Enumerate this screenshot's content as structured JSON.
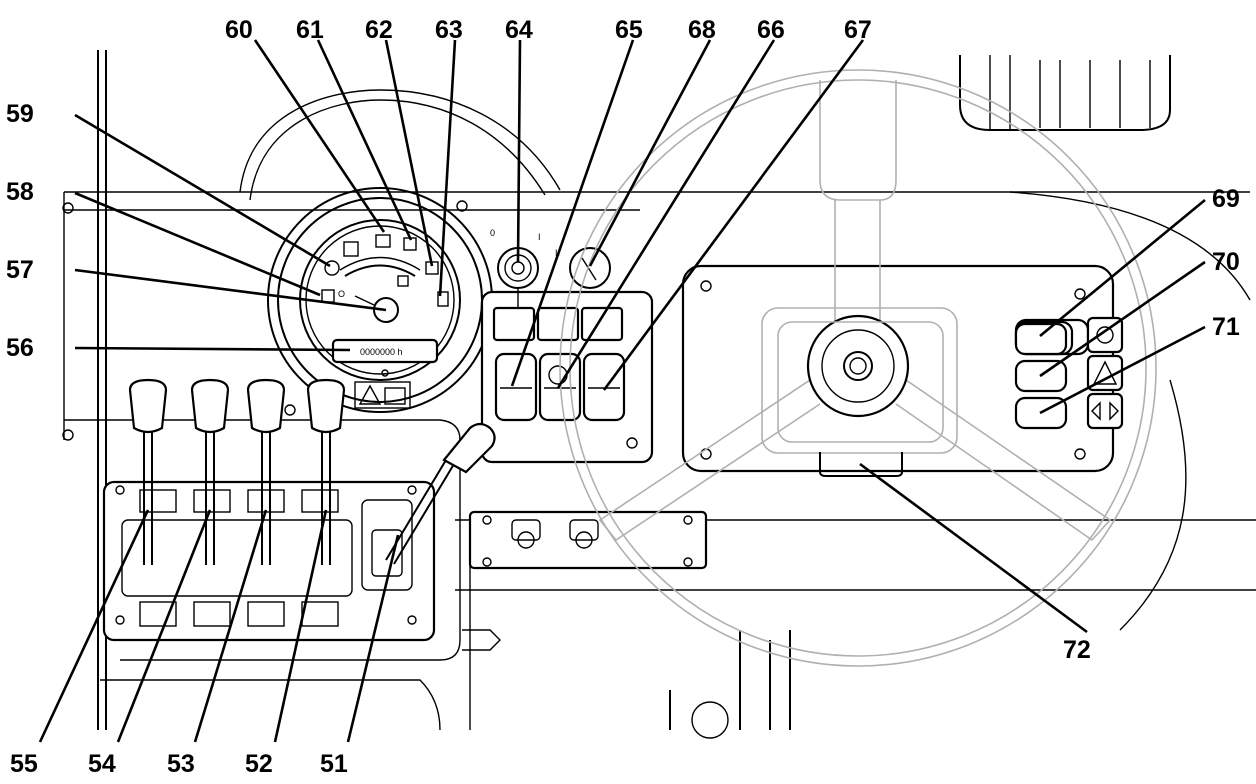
{
  "callouts": [
    {
      "id": "51",
      "text": "51"
    },
    {
      "id": "52",
      "text": "52"
    },
    {
      "id": "53",
      "text": "53"
    },
    {
      "id": "54",
      "text": "54"
    },
    {
      "id": "55",
      "text": "55"
    },
    {
      "id": "56",
      "text": "56"
    },
    {
      "id": "57",
      "text": "57"
    },
    {
      "id": "58",
      "text": "58"
    },
    {
      "id": "59",
      "text": "59"
    },
    {
      "id": "60",
      "text": "60"
    },
    {
      "id": "61",
      "text": "61"
    },
    {
      "id": "62",
      "text": "62"
    },
    {
      "id": "63",
      "text": "63"
    },
    {
      "id": "64",
      "text": "64"
    },
    {
      "id": "65",
      "text": "65"
    },
    {
      "id": "66",
      "text": "66"
    },
    {
      "id": "67",
      "text": "67"
    },
    {
      "id": "68",
      "text": "68"
    },
    {
      "id": "69",
      "text": "69"
    },
    {
      "id": "70",
      "text": "70"
    },
    {
      "id": "71",
      "text": "71"
    },
    {
      "id": "72",
      "text": "72"
    }
  ],
  "hour_meter": {
    "reading": "0000000 h"
  },
  "ignition": {
    "pos0": "0",
    "pos1": "I",
    "pos2": "II"
  }
}
